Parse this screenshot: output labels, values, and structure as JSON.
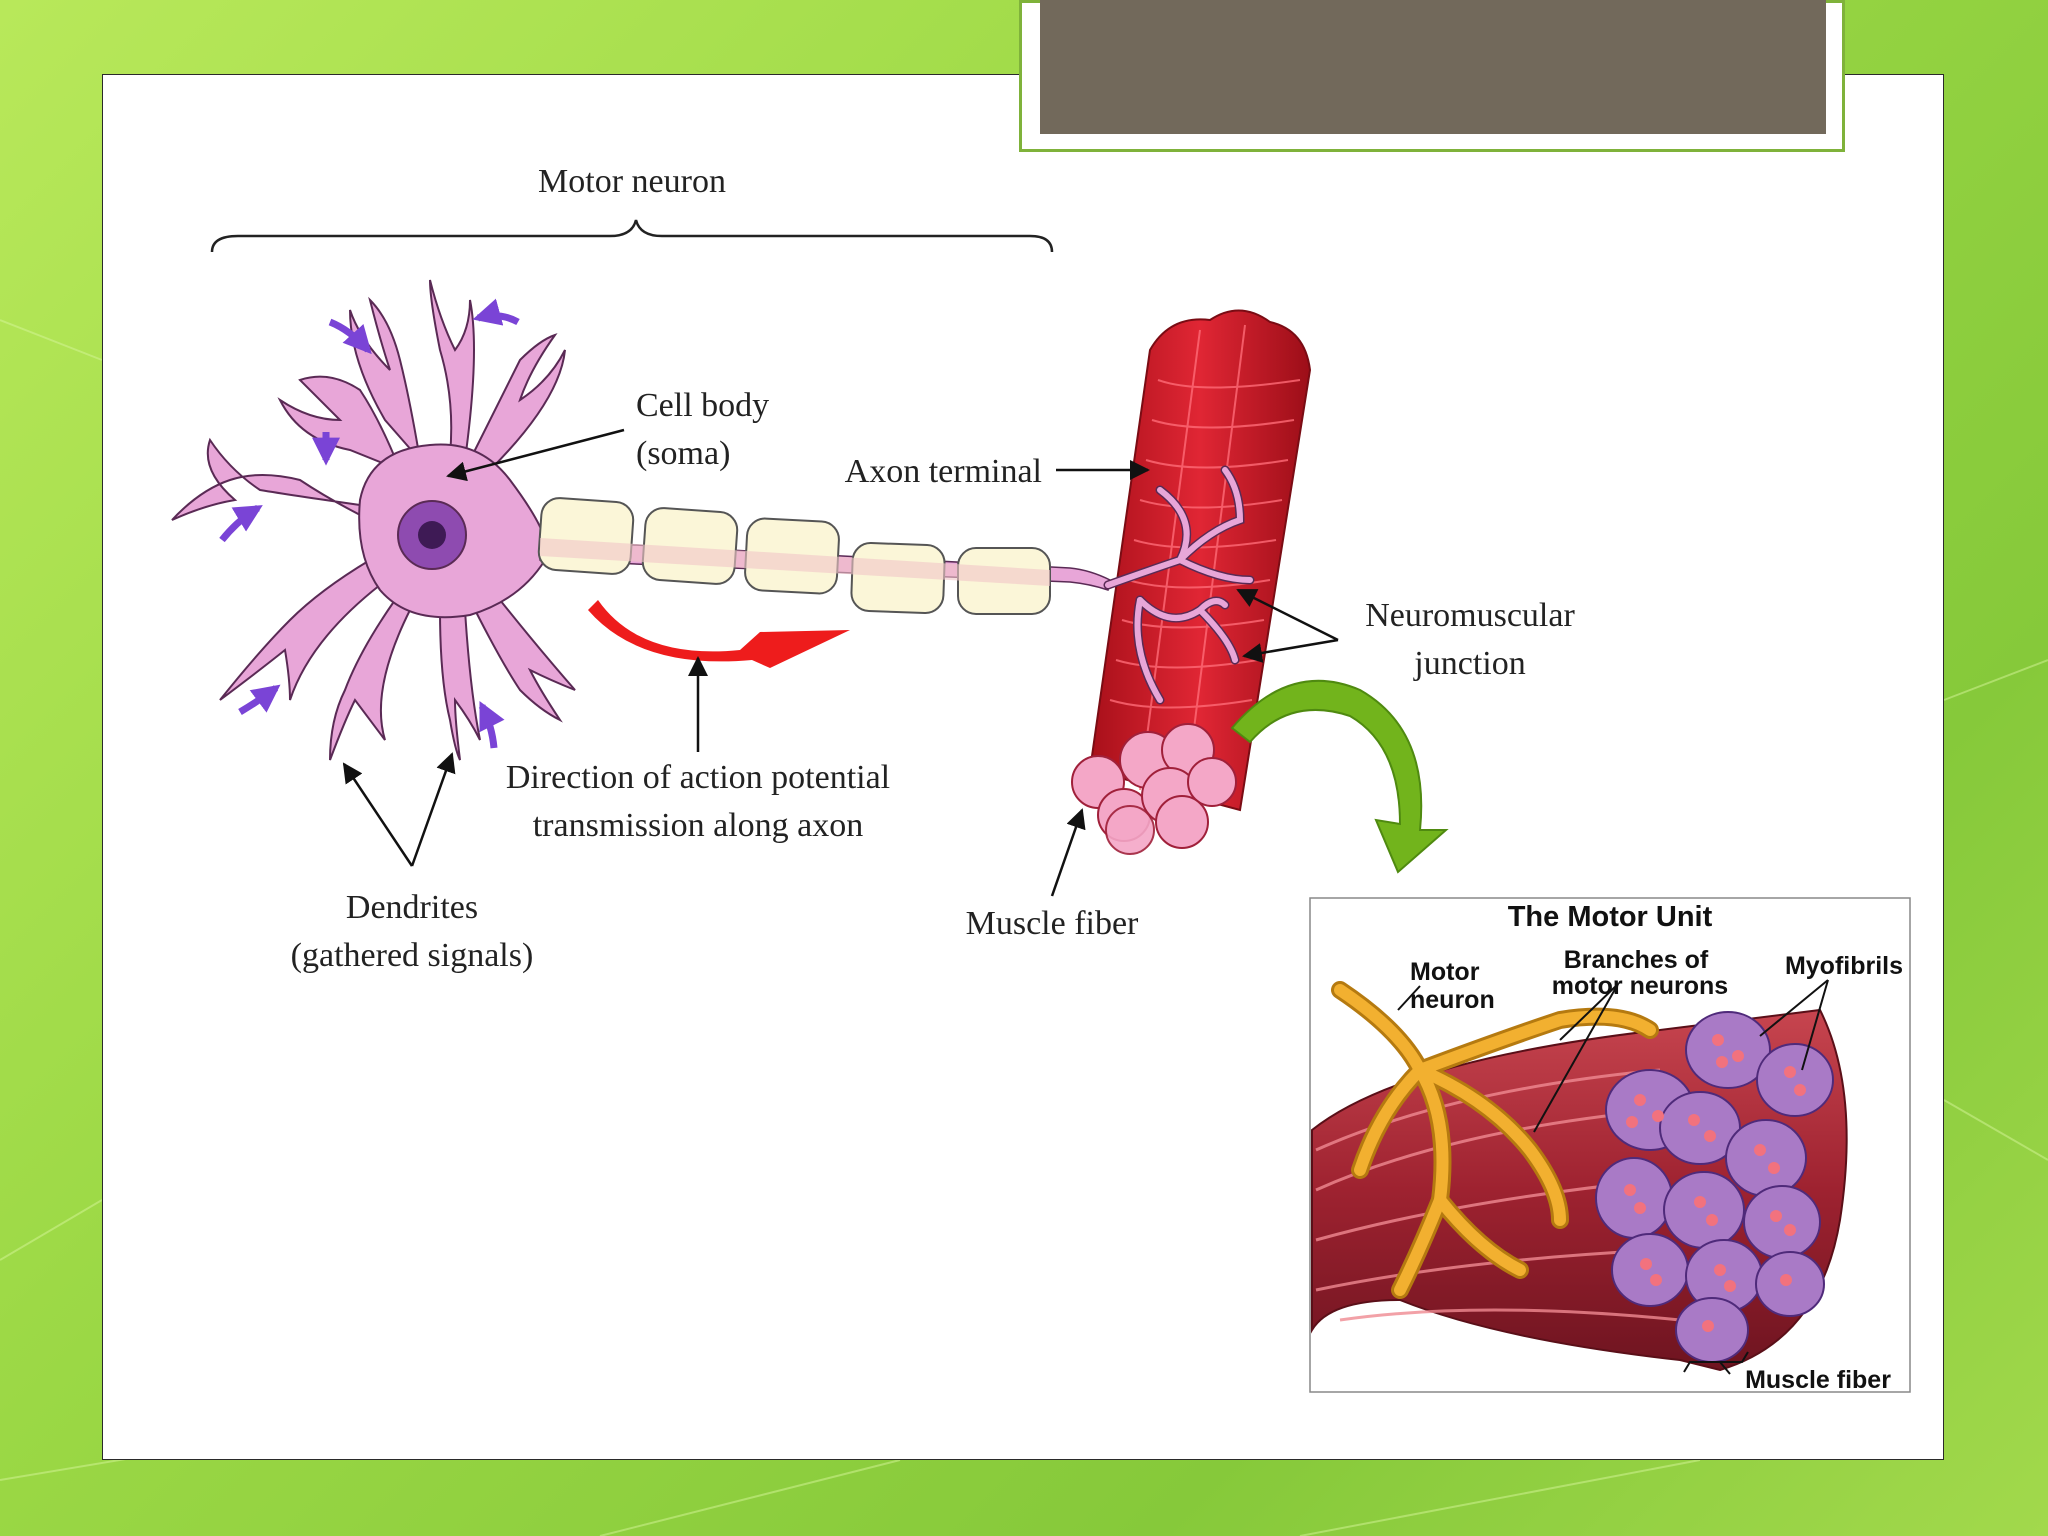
{
  "colors": {
    "slide_background": "#9bd845",
    "title_box_fill": "#72695b",
    "title_box_border": "#7fb23a",
    "neuron": "#e8a6d8",
    "neuron_outline": "#5a2a55",
    "nucleus": "#8e4bb0",
    "myelin": "#fbf6d8",
    "muscle": "#d81e2a",
    "ap_arrow": "#ee1c1c",
    "signal_arrows": "#7a44d6",
    "green_arrow": "#72b41c",
    "inset_nerve": "#f2b030"
  },
  "main_diagram": {
    "motor_neuron_label": "Motor neuron",
    "cell_body_label": [
      "Cell body",
      "(soma)"
    ],
    "axon_terminal_label": "Axon terminal",
    "nmj_label": [
      "Neuromuscular",
      "junction"
    ],
    "ap_direction_label": [
      "Direction of action potential",
      "transmission along axon"
    ],
    "dendrites_label": [
      "Dendrites",
      "(gathered signals)"
    ],
    "muscle_fiber_label": "Muscle fiber"
  },
  "inset": {
    "title": "The Motor Unit",
    "motor_neuron_label": [
      "Motor",
      "neuron"
    ],
    "branches_label": [
      "Branches of",
      "motor neurons"
    ],
    "myofibrils_label": "Myofibrils",
    "muscle_fiber_label": "Muscle fiber"
  }
}
